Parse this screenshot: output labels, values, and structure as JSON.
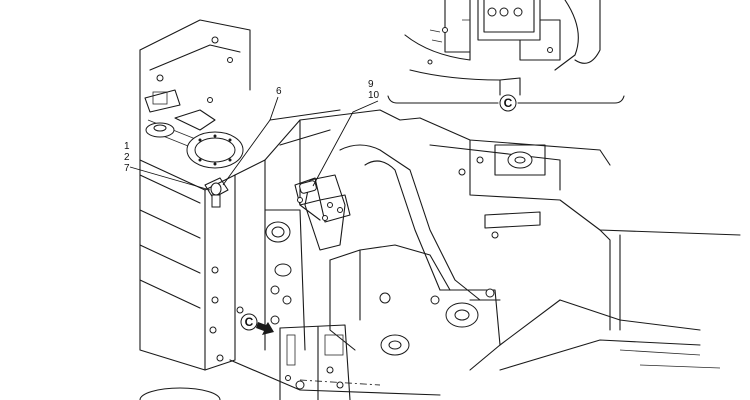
{
  "callouts": [
    {
      "id": "c6",
      "label": "6"
    },
    {
      "id": "c9",
      "label": "9"
    },
    {
      "id": "c10",
      "label": "10"
    },
    {
      "id": "c1",
      "label": "1"
    },
    {
      "id": "c2",
      "label": "2"
    },
    {
      "id": "c7",
      "label": "7"
    }
  ],
  "detail_reference": {
    "main_letter": "C",
    "inset_letter": "C"
  }
}
